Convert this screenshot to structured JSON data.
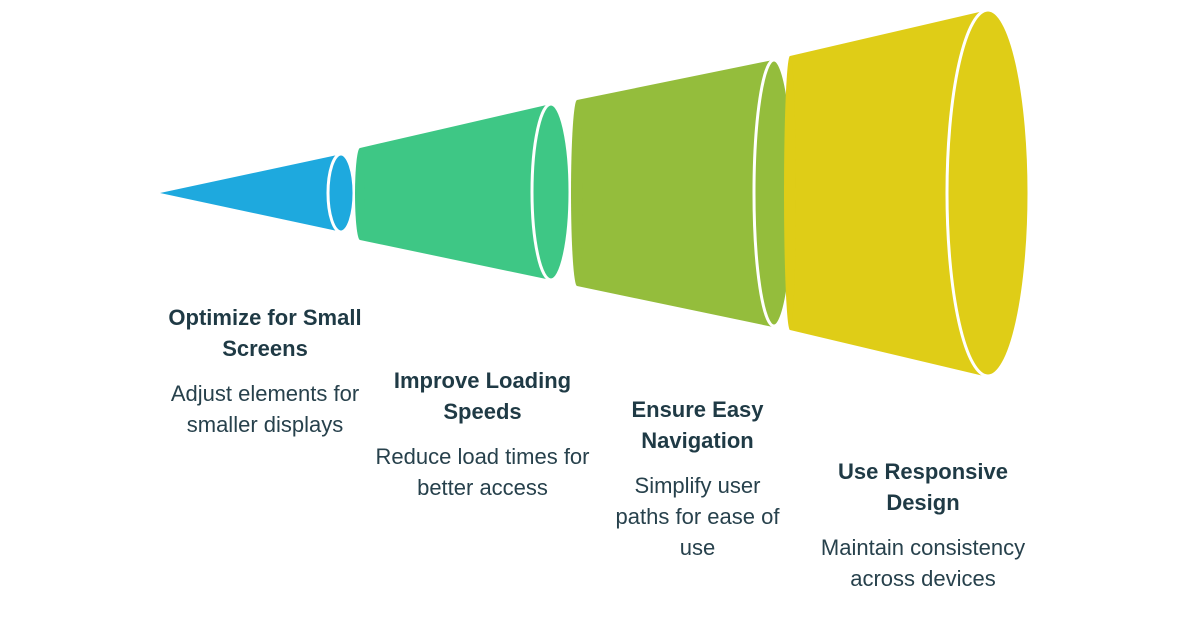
{
  "colors": {
    "stage1": "#1ea9de",
    "stage2": "#3ec785",
    "stage3": "#94bd3c",
    "stage4": "#dfcd17",
    "rim": "#ffffff",
    "title_text": "#1f3a45",
    "body_text": "#27414c"
  },
  "stages": [
    {
      "title": "Optimize for Small Screens",
      "description": "Adjust elements for smaller displays"
    },
    {
      "title": "Improve Loading Speeds",
      "description": "Reduce load times for better access"
    },
    {
      "title": "Ensure Easy Navigation",
      "description": "Simplify user paths for ease of use"
    },
    {
      "title": "Use Responsive Design",
      "description": "Maintain consistency across devices"
    }
  ]
}
